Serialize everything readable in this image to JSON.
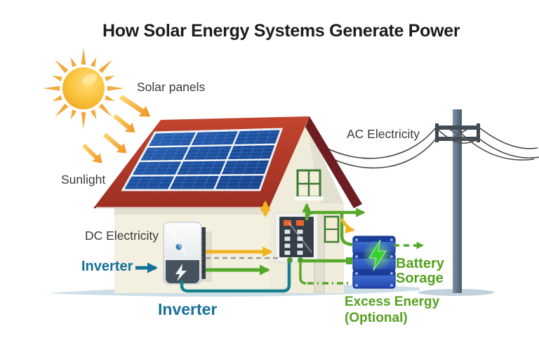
{
  "title": "How Solar Energy Systems Generate Power",
  "labels": {
    "solar_panels": "Solar panels",
    "sunlight": "Sunlight",
    "dc_electricity": "DC Electricity",
    "inverter_callout": "Inverter",
    "inverter_caption": "Inverter",
    "ac_electricity": "AC Electricity",
    "battery_line1": "Battery",
    "battery_line2": "Sorage",
    "excess_line1": "Excess Energy",
    "excess_line2": "(Optional)"
  },
  "icons": [
    "sun-icon",
    "sunbeam-arrows",
    "solar-panel-icon",
    "house-icon",
    "inverter-icon",
    "breaker-panel-icon",
    "battery-icon",
    "lightning-bolt-icon",
    "utility-pole-icon",
    "power-lines"
  ],
  "colors": {
    "roof_red": "#b23b2a",
    "roof_dark": "#6e1d22",
    "wall_cream": "#f3f0df",
    "panel_blue": "#1e5aa8",
    "sun_gold": "#f6b52e",
    "arrow_yellow": "#f0b322",
    "arrow_green": "#56a82a",
    "arrow_teal": "#15818f",
    "label_blue": "#17709b",
    "label_green": "#55a01f",
    "battery_blue": "#2d55c0",
    "ground_blue": "#cddee8",
    "pole_gray": "#5d7082",
    "wire_gray": "#4a4a4a"
  }
}
